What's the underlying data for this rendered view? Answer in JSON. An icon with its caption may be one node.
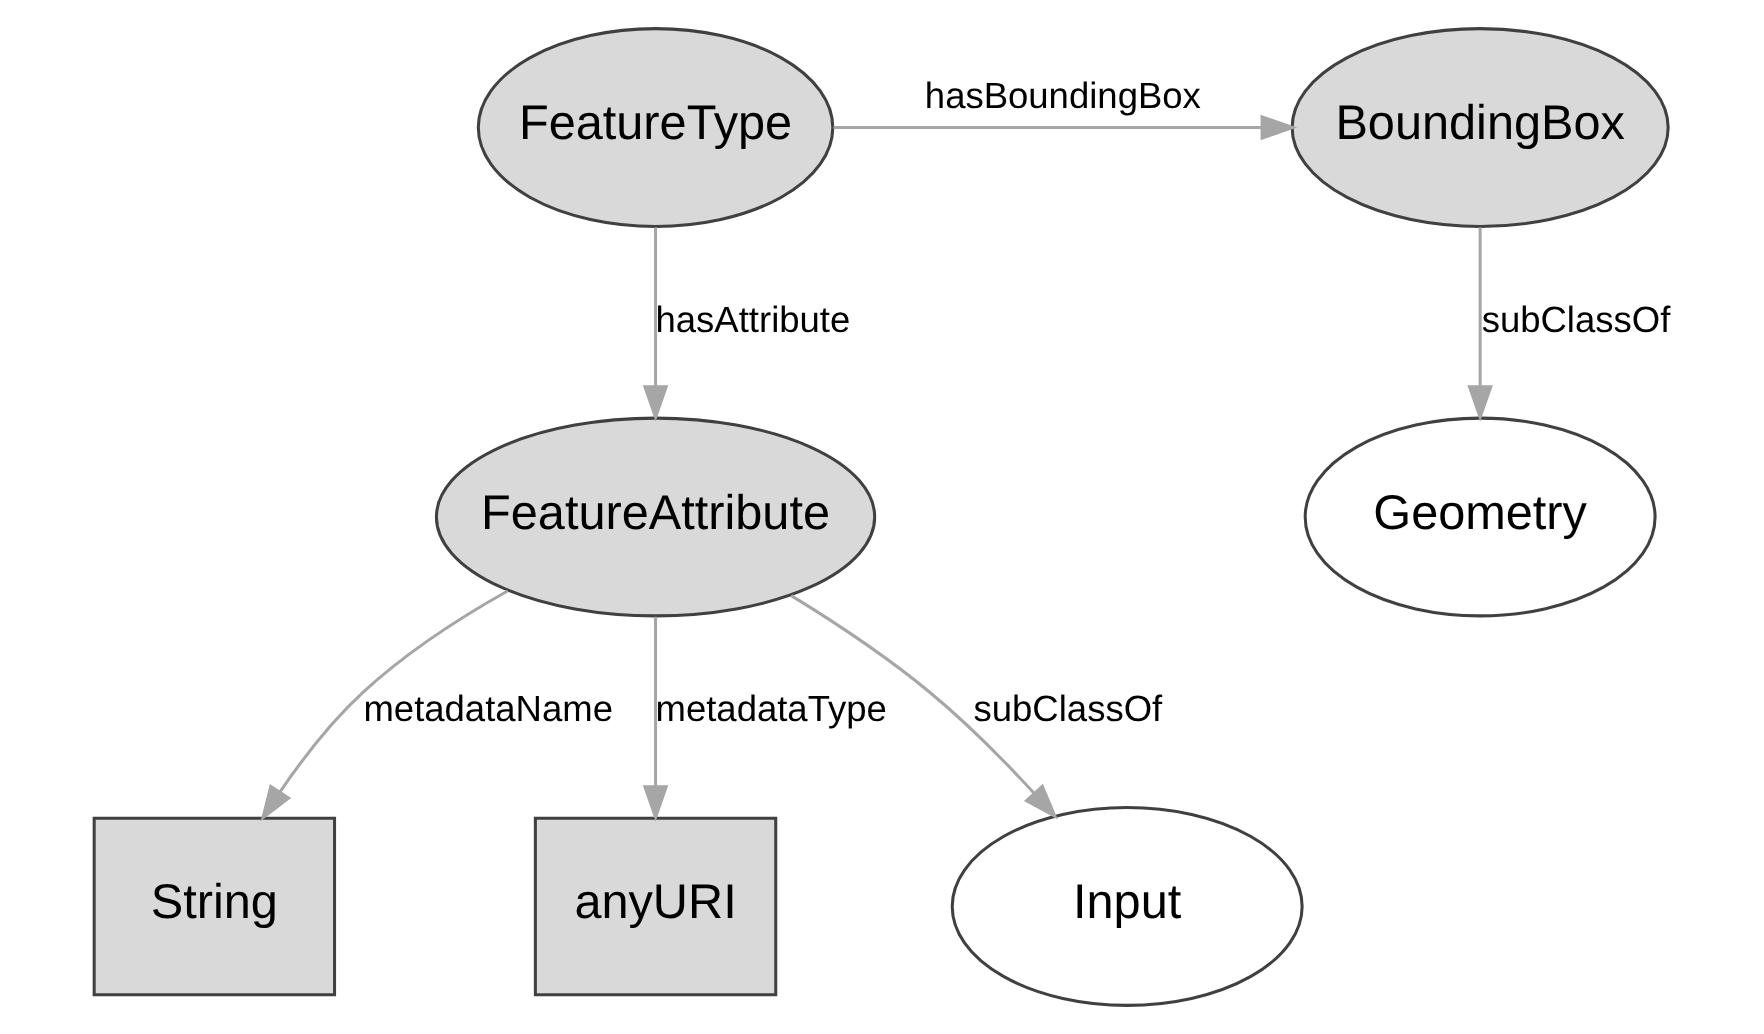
{
  "diagram": {
    "nodes": [
      {
        "text": [
          "FeatureType"
        ]
      },
      {
        "text": [
          "BoundingBox"
        ]
      },
      {
        "text": [
          "String"
        ]
      },
      {
        "text": [
          "FeatureAttribute"
        ]
      },
      {
        "text": [
          "Geometry"
        ]
      },
      {
        "text": [
          "anyURI"
        ]
      },
      {
        "text": [
          "Input"
        ]
      }
    ],
    "edges": [
      {
        "from": 0,
        "to": 1,
        "arrow": "to",
        "label": "hasBoundingBox"
      },
      {
        "from": 1,
        "to": 4,
        "arrow": "to",
        "label": "subClassOf"
      },
      {
        "from": 0,
        "to": 3,
        "arrow": "to",
        "label": "hasAttribute"
      },
      {
        "from": 3,
        "to": 2,
        "arrow": "to",
        "label": "metadataName"
      },
      {
        "from": 3,
        "to": 5,
        "arrow": "to",
        "label": "metadataType"
      },
      {
        "from": 3,
        "to": 6,
        "arrow": "to",
        "label": "subClassOf"
      }
    ]
  }
}
